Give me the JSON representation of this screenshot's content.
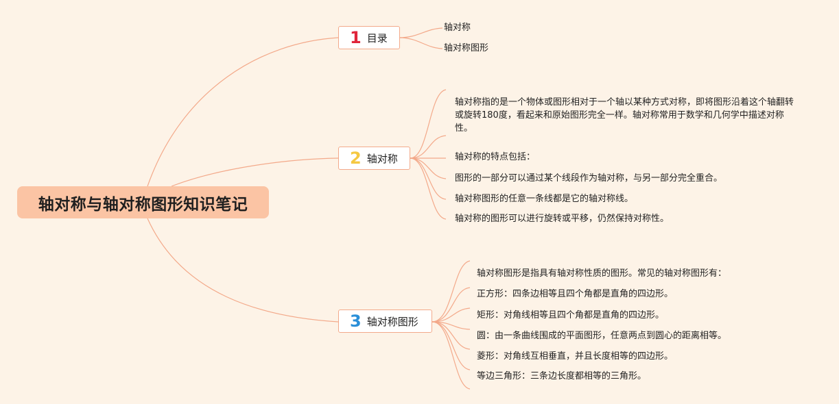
{
  "root": {
    "title": "轴对称与轴对称图形知识笔记"
  },
  "colors": {
    "background": "#fdf3e7",
    "root_fill": "#fbc4a4",
    "line": "#f3a98a",
    "num1": "#e0243a",
    "num2": "#f5c842",
    "num3": "#2a8fd8"
  },
  "branches": [
    {
      "number": "1",
      "label": "目录",
      "leaves": [
        "轴对称",
        "轴对称图形"
      ]
    },
    {
      "number": "2",
      "label": "轴对称",
      "leaves": [
        "轴对称指的是一个物体或图形相对于一个轴以某种方式对称，即将图形沿着这个轴翻转或旋转180度，看起来和原始图形完全一样。轴对称常用于数学和几何学中描述对称性。",
        "轴对称的特点包括：",
        "图形的一部分可以通过某个线段作为轴对称，与另一部分完全重合。",
        "轴对称图形的任意一条线都是它的轴对称线。",
        "轴对称的图形可以进行旋转或平移，仍然保持对称性。"
      ]
    },
    {
      "number": "3",
      "label": "轴对称图形",
      "leaves": [
        "轴对称图形是指具有轴对称性质的图形。常见的轴对称图形有：",
        "正方形：四条边相等且四个角都是直角的四边形。",
        "矩形：对角线相等且四个角都是直角的四边形。",
        "圆：由一条曲线围成的平面图形，任意两点到圆心的距离相等。",
        "菱形：对角线互相垂直，并且长度相等的四边形。",
        "等边三角形：三条边长度都相等的三角形。"
      ]
    }
  ]
}
